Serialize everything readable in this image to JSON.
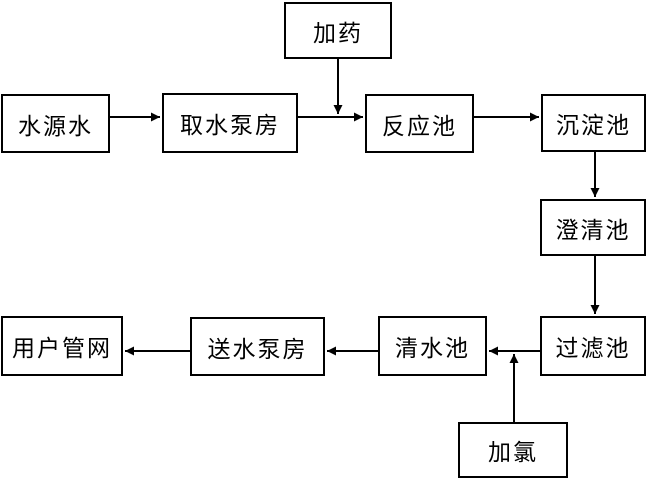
{
  "colors": {
    "line": "#000000",
    "box_border": "#000000",
    "box_background": "#ffffff",
    "page_background": "#ffffff"
  },
  "nodes": [
    {
      "id": "dosing",
      "label": "加药"
    },
    {
      "id": "source-water",
      "label": "水源水"
    },
    {
      "id": "intake-pump-station",
      "label": "取水泵房"
    },
    {
      "id": "reaction-tank",
      "label": "反应池"
    },
    {
      "id": "sedimentation-tank",
      "label": "沉淀池"
    },
    {
      "id": "clarification-tank",
      "label": "澄清池"
    },
    {
      "id": "filtration-tank",
      "label": "过滤池"
    },
    {
      "id": "clear-water-tank",
      "label": "清水池"
    },
    {
      "id": "delivery-pump-station",
      "label": "送水泵房"
    },
    {
      "id": "user-pipe-network",
      "label": "用户管网"
    },
    {
      "id": "chlorination",
      "label": "加氯"
    }
  ],
  "edges": [
    {
      "from": "source-water",
      "to": "intake-pump-station"
    },
    {
      "from": "intake-pump-station",
      "to": "reaction-tank"
    },
    {
      "from": "dosing",
      "to": "intake-pump-station→reaction-tank-line"
    },
    {
      "from": "reaction-tank",
      "to": "sedimentation-tank"
    },
    {
      "from": "sedimentation-tank",
      "to": "clarification-tank"
    },
    {
      "from": "clarification-tank",
      "to": "filtration-tank"
    },
    {
      "from": "filtration-tank",
      "to": "clear-water-tank"
    },
    {
      "from": "chlorination",
      "to": "filtration-tank→clear-water-tank-line"
    },
    {
      "from": "clear-water-tank",
      "to": "delivery-pump-station"
    },
    {
      "from": "delivery-pump-station",
      "to": "user-pipe-network"
    }
  ]
}
